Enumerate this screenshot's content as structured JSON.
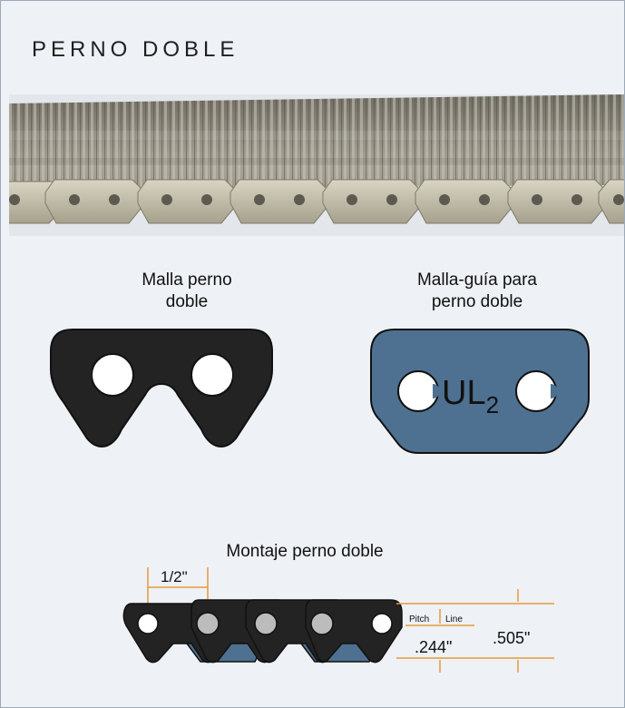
{
  "title": "PERNO DOBLE",
  "photo": {
    "alt": "conveyor-belt-photo"
  },
  "left_part": {
    "caption_line1": "Malla perno",
    "caption_line2": "doble"
  },
  "right_part": {
    "caption_line1": "Malla-guía para",
    "caption_line2": "perno doble",
    "mark": "UL",
    "mark_sub": "2"
  },
  "assembly": {
    "title": "Montaje perno doble",
    "pitch_label": "1/2\"",
    "pitch_line_left": "Pitch",
    "pitch_line_right": "Line",
    "dim_small": ".244\"",
    "dim_large": ".505\""
  },
  "colors": {
    "dark_link": "#232323",
    "guide_link": "#4f7191",
    "orange": "#e69a3a",
    "frame": "#9aa9b8"
  }
}
